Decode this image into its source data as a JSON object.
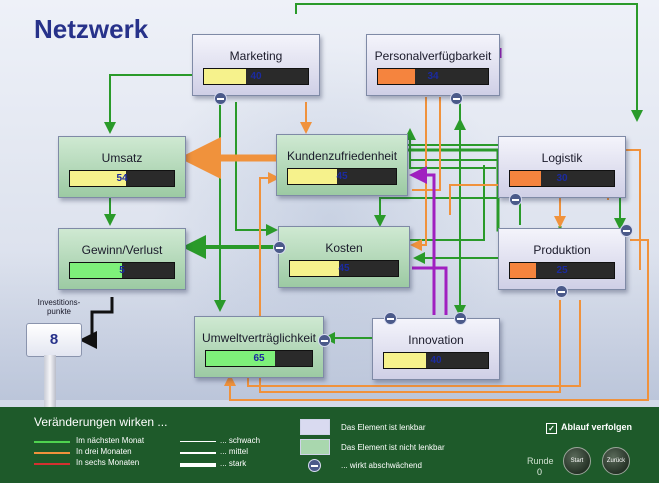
{
  "title": "Netzwerk",
  "nodes": {
    "marketing": {
      "label": "Marketing",
      "value": "40",
      "level": 0.4,
      "color": "#f6f28c"
    },
    "personal": {
      "label": "Personalverfügbarkeit",
      "value": "34",
      "level": 0.34,
      "color": "#f5843e"
    },
    "umsatz": {
      "label": "Umsatz",
      "value": "54",
      "level": 0.54,
      "color": "#f6f28c"
    },
    "kunden": {
      "label": "Kundenzufriedenheit",
      "value": "45",
      "level": 0.45,
      "color": "#f6f28c"
    },
    "logistik": {
      "label": "Logistik",
      "value": "30",
      "level": 0.3,
      "color": "#f5843e"
    },
    "gewinn": {
      "label": "Gewinn/Verlust",
      "value": "5",
      "level": 0.5,
      "color": "#7ef07a"
    },
    "kosten": {
      "label": "Kosten",
      "value": "45",
      "level": 0.45,
      "color": "#f6f28c"
    },
    "produktion": {
      "label": "Produktion",
      "value": "25",
      "level": 0.25,
      "color": "#f5843e"
    },
    "umwelt": {
      "label": "Umweltverträglichkeit",
      "value": "65",
      "level": 0.65,
      "color": "#7ef07a"
    },
    "innovation": {
      "label": "Innovation",
      "value": "40",
      "level": 0.4,
      "color": "#f6f28c"
    }
  },
  "invest": {
    "label": "Investitions-\npunkte",
    "value": "8"
  },
  "legend": {
    "title": "Veränderungen wirken ...",
    "timing": [
      {
        "text": "Im nächsten Monat",
        "color": "#4fd24f"
      },
      {
        "text": "In drei Monaten",
        "color": "#f0923c"
      },
      {
        "text": "In sechs Monaten",
        "color": "#d43030"
      }
    ],
    "strength": [
      "... schwach",
      "... mittel",
      "... stark"
    ],
    "steerable": "Das Element ist lenkbar",
    "not_steerable": "Das Element ist nicht lenkbar",
    "dampening": "... wirkt abschwächend"
  },
  "controls": {
    "follow_label": "Ablauf verfolgen",
    "follow_checked": "✓",
    "round_label": "Runde",
    "round_value": "0",
    "start_label": "Start",
    "back_label": "Zurück"
  },
  "colors": {
    "green_link": "#2a9a2a",
    "orange_link": "#f0923c",
    "purple_link": "#a020c0",
    "legend_bg": "#1e5a2a"
  }
}
